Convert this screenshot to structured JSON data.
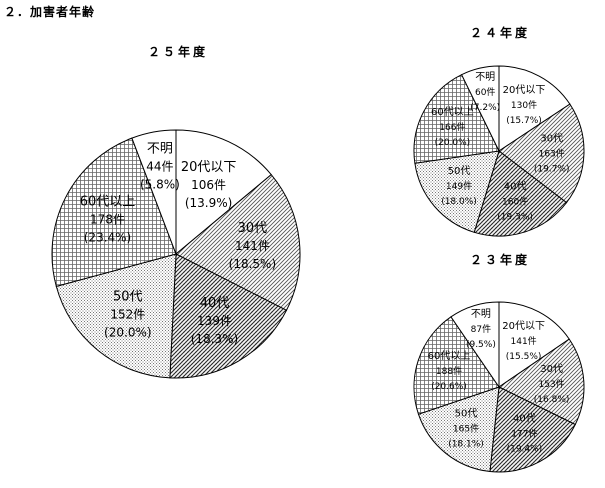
{
  "heading": "２．加害者年齢",
  "chart_data": [
    {
      "type": "pie",
      "title": "２５年度",
      "slices": [
        {
          "name": "20代以下",
          "count": "106件",
          "pct": "(13.9%)",
          "value": 106
        },
        {
          "name": "30代",
          "count": "141件",
          "pct": "(18.5%)",
          "value": 141
        },
        {
          "name": "40代",
          "count": "139件",
          "pct": "(18.3%)",
          "value": 139
        },
        {
          "name": "50代",
          "count": "152件",
          "pct": "(20.0%)",
          "value": 152
        },
        {
          "name": "60代以上",
          "count": "178件",
          "pct": "(23.4%)",
          "value": 178
        },
        {
          "name": "不明",
          "count": "44件",
          "pct": "(5.8%)",
          "value": 44
        }
      ]
    },
    {
      "type": "pie",
      "title": "２４年度",
      "slices": [
        {
          "name": "20代以下",
          "count": "130件",
          "pct": "(15.7%)",
          "value": 130
        },
        {
          "name": "30代",
          "count": "163件",
          "pct": "(19.7%)",
          "value": 163
        },
        {
          "name": "40代",
          "count": "160件",
          "pct": "(19.3%)",
          "value": 160
        },
        {
          "name": "50代",
          "count": "149件",
          "pct": "(18.0%)",
          "value": 149
        },
        {
          "name": "60代以上",
          "count": "166件",
          "pct": "(20.0%)",
          "value": 166
        },
        {
          "name": "不明",
          "count": "60件",
          "pct": "(7.2%)",
          "value": 60
        }
      ]
    },
    {
      "type": "pie",
      "title": "２３年度",
      "slices": [
        {
          "name": "20代以下",
          "count": "141件",
          "pct": "(15.5%)",
          "value": 141
        },
        {
          "name": "30代",
          "count": "153件",
          "pct": "(16.8%)",
          "value": 153
        },
        {
          "name": "40代",
          "count": "177件",
          "pct": "(19.4%)",
          "value": 177
        },
        {
          "name": "50代",
          "count": "165件",
          "pct": "(18.1%)",
          "value": 165
        },
        {
          "name": "60代以上",
          "count": "188件",
          "pct": "(20.6%)",
          "value": 188
        },
        {
          "name": "不明",
          "count": "87件",
          "pct": "(9.5%)",
          "value": 87
        }
      ]
    }
  ]
}
